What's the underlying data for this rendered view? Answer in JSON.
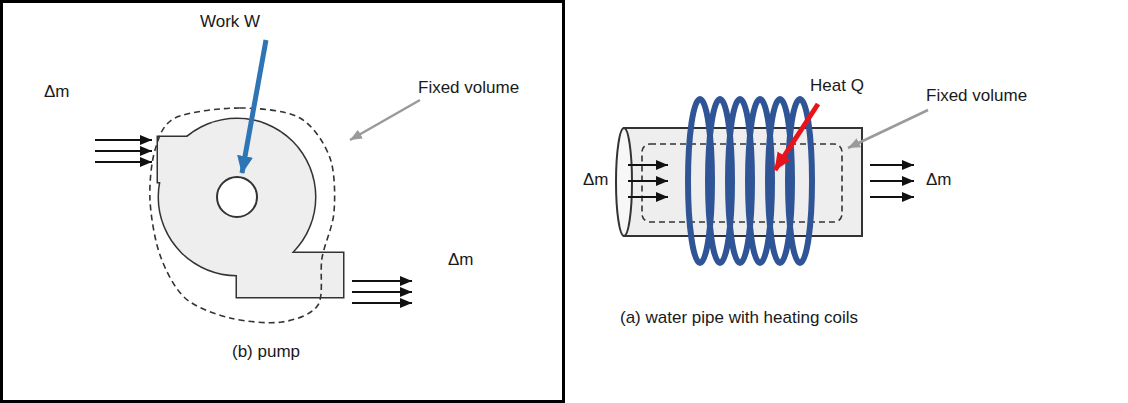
{
  "diagram": {
    "labels": [
      "Work W",
      "Fixed volume",
      "Δm",
      "Δm",
      "(b) pump",
      "Heat Q",
      "Fixed volume",
      "Δm",
      "Δm",
      "(a) water pipe with heating coils"
    ]
  }
}
